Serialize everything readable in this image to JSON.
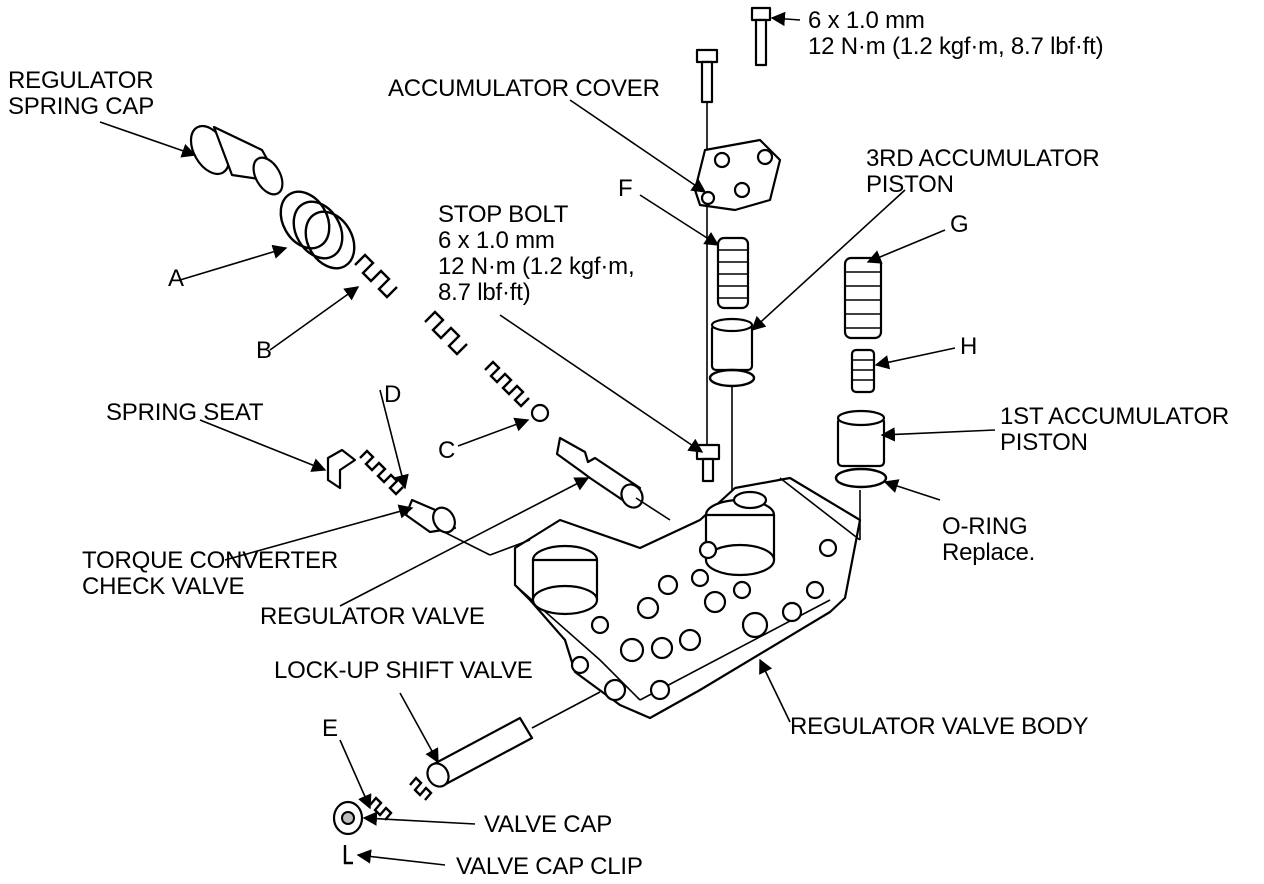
{
  "labels": {
    "bolt_spec": [
      "6 x 1.0 mm",
      "12 N·m (1.2 kgf·m, 8.7 lbf·ft)"
    ],
    "regulator_spring_cap": [
      "REGULATOR",
      "SPRING CAP"
    ],
    "accumulator_cover": "ACCUMULATOR COVER",
    "third_accumulator_piston": [
      "3RD ACCUMULATOR",
      "PISTON"
    ],
    "stop_bolt": [
      "STOP BOLT",
      "6 x 1.0 mm",
      "12 N·m (1.2 kgf·m,",
      "8.7 lbf·ft)"
    ],
    "a": "A",
    "b": "B",
    "c": "C",
    "d": "D",
    "e": "E",
    "f": "F",
    "g": "G",
    "h": "H",
    "spring_seat": "SPRING SEAT",
    "first_accumulator_piston": [
      "1ST ACCUMULATOR",
      "PISTON"
    ],
    "o_ring": [
      "O-RING",
      "Replace."
    ],
    "torque_converter_check_valve": [
      "TORQUE CONVERTER",
      "CHECK VALVE"
    ],
    "regulator_valve": "REGULATOR VALVE",
    "lock_up_shift_valve": "LOCK-UP SHIFT VALVE",
    "regulator_valve_body": "REGULATOR VALVE BODY",
    "valve_cap": "VALVE CAP",
    "valve_cap_clip": "VALVE CAP CLIP"
  }
}
